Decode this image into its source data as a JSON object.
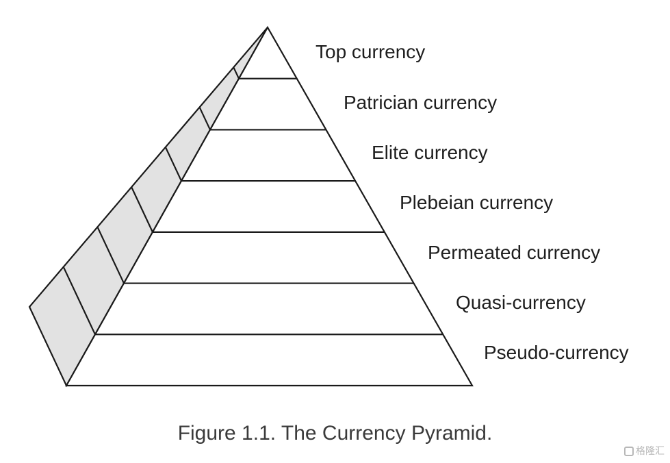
{
  "diagram": {
    "levels": [
      "Top currency",
      "Patrician currency",
      "Elite currency",
      "Plebeian currency",
      "Permeated currency",
      "Quasi-currency",
      "Pseudo-currency"
    ],
    "caption": "Figure 1.1. The Currency Pyramid.",
    "colors": {
      "front_face": "#ffffff",
      "side_face": "#e2e2e2",
      "stroke": "#1a1a1a"
    }
  },
  "watermark": {
    "text": "格隆汇"
  }
}
